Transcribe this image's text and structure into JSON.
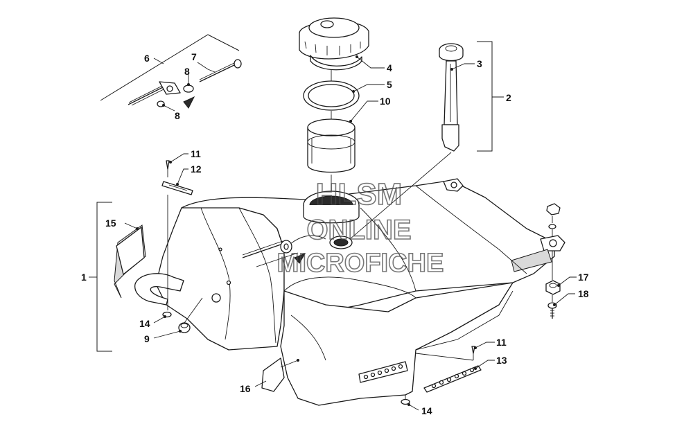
{
  "callouts": {
    "c1": "1",
    "c2": "2",
    "c3": "3",
    "c4": "4",
    "c5": "5",
    "c6": "6",
    "c7": "7",
    "c8a": "8",
    "c8b": "8",
    "c9": "9",
    "c10": "10",
    "c11a": "11",
    "c11b": "11",
    "c12": "12",
    "c13": "13",
    "c14a": "14",
    "c14b": "14",
    "c15": "15",
    "c16": "16",
    "c17": "17",
    "c18": "18"
  },
  "watermark": {
    "line1": "HLSM",
    "line2": "ONLINE",
    "line3": "MICROFICHE"
  },
  "colors": {
    "line": "#1a1a1a",
    "background": "#ffffff",
    "shade": "#d9d9d9"
  }
}
